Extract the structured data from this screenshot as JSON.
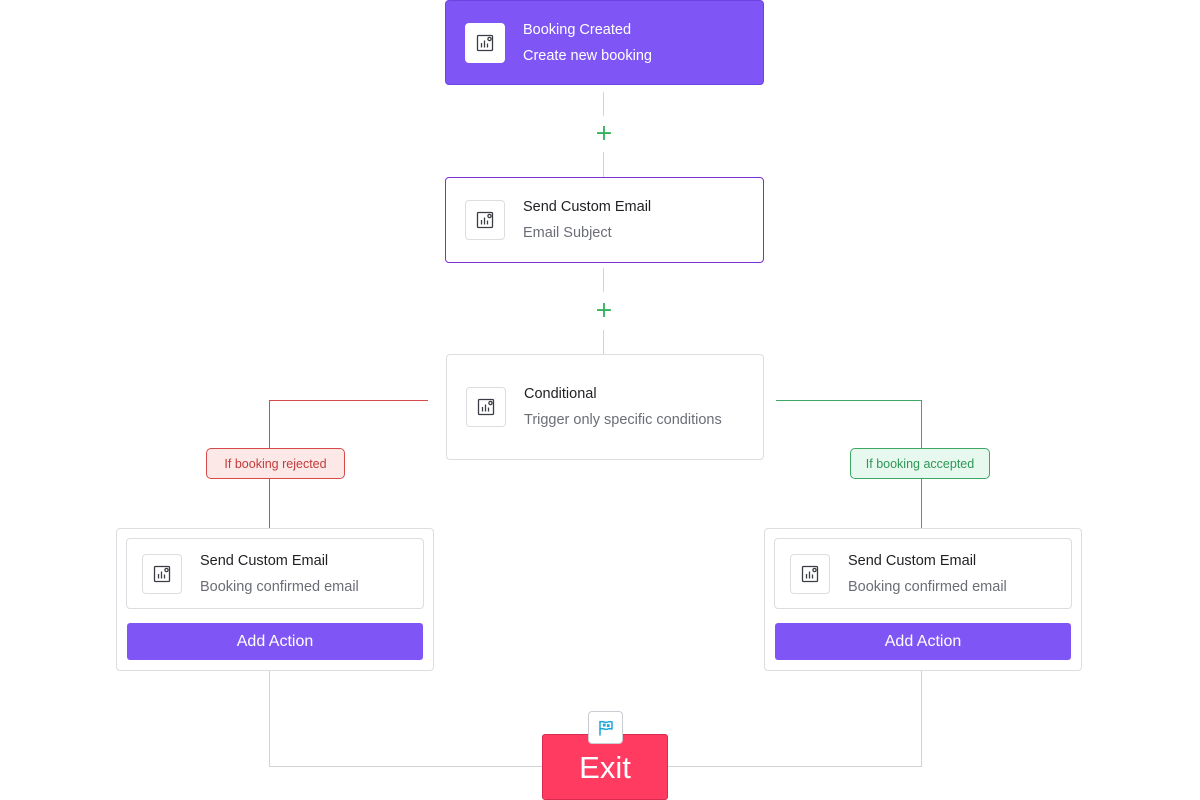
{
  "trigger": {
    "title": "Booking Created",
    "subtitle": "Create new booking",
    "icon": "analytics-icon"
  },
  "email_step": {
    "title": "Send Custom Email",
    "subtitle": "Email Subject",
    "icon": "analytics-icon"
  },
  "conditional": {
    "title": "Conditional",
    "subtitle": "Trigger only specific conditions",
    "icon": "analytics-icon"
  },
  "branches": {
    "rejected": {
      "label": "If booking rejected",
      "action": {
        "title": "Send Custom Email",
        "subtitle": "Booking confirmed email"
      },
      "add_action_label": "Add Action"
    },
    "accepted": {
      "label": "If booking accepted",
      "action": {
        "title": "Send Custom Email",
        "subtitle": "Booking confirmed email"
      },
      "add_action_label": "Add Action"
    }
  },
  "add_step_symbol": "+",
  "exit": {
    "label": "Exit",
    "icon": "flag-icon"
  },
  "colors": {
    "primary": "#7f56f5",
    "selected_border": "#7b2fd8",
    "plus": "#2fb35c",
    "reject": "#d84a4a",
    "accept": "#3ea763",
    "exit": "#ff3b62",
    "flag": "#1aa6d9"
  }
}
